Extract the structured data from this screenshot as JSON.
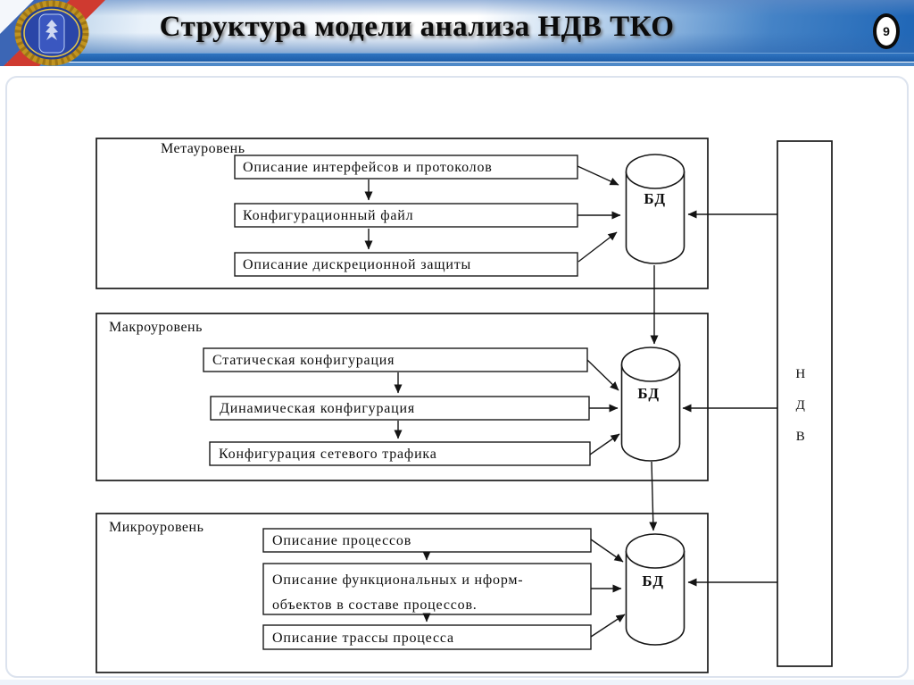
{
  "header": {
    "title": "Структура модели анализа НДВ ТКО",
    "page_number": "9"
  },
  "colors": {
    "header_blue": "#1f66b6",
    "header_dark_band": "#1c5ca8",
    "header_light_line": "#4e89c8",
    "flag_white": "#f4f7fb",
    "flag_blue": "#3c66b5",
    "flag_red": "#cf3a30",
    "crest_gold": "#c19420",
    "crest_navy": "#223c8f",
    "diagram_ink": "#1a1a1a"
  },
  "diagram": {
    "levels": [
      {
        "label": "Метауровень",
        "db": "БД",
        "items": [
          {
            "lines": [
              "Описание интерфейсов и протоколов"
            ]
          },
          {
            "lines": [
              "Конфигурационный файл"
            ]
          },
          {
            "lines": [
              "Описание дискреционной защиты"
            ]
          }
        ]
      },
      {
        "label": "Макроуровень",
        "db": "БД",
        "items": [
          {
            "lines": [
              "Статическая конфигурация"
            ]
          },
          {
            "lines": [
              "Динамическая конфигурация"
            ]
          },
          {
            "lines": [
              "Конфигурация сетевого трафика"
            ]
          }
        ]
      },
      {
        "label": "Микроуровень",
        "db": "БД",
        "items": [
          {
            "lines": [
              "Описание процессов"
            ]
          },
          {
            "lines": [
              "Описание функциональных и нформ-",
              "объектов  в составе процессов."
            ]
          },
          {
            "lines": [
              "Описание трассы процесса"
            ]
          }
        ]
      }
    ],
    "ndv": {
      "letters": [
        "Н",
        "Д",
        "В"
      ]
    }
  }
}
